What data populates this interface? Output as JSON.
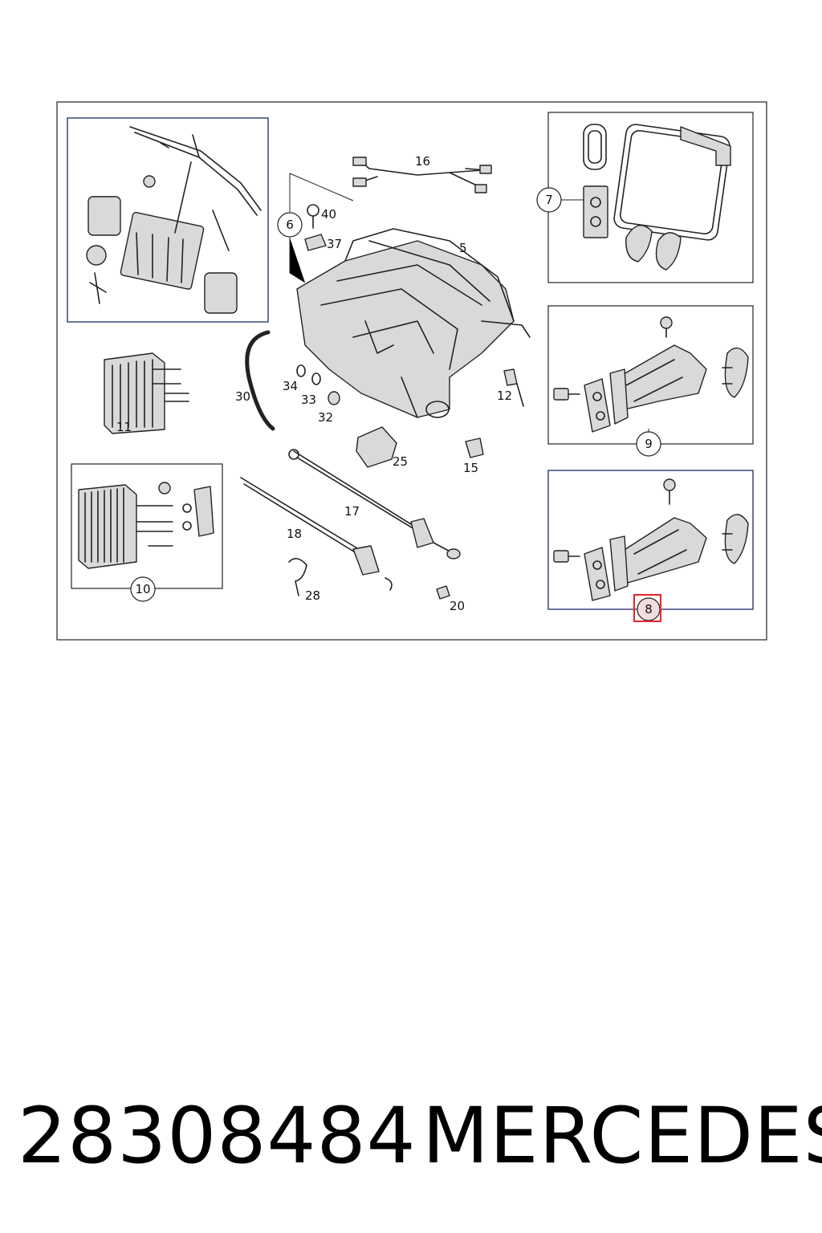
{
  "diagram": {
    "callouts": {
      "c5": "5",
      "c6": "6",
      "c7": "7",
      "c8": "8",
      "c9": "9",
      "c10": "10",
      "c11": "11",
      "c12": "12",
      "c15": "15",
      "c16": "16",
      "c17": "17",
      "c18": "18",
      "c20": "20",
      "c25": "25",
      "c28": "28",
      "c30": "30",
      "c32": "32",
      "c33": "33",
      "c34": "34",
      "c37": "37",
      "c40": "40"
    },
    "highlighted_callout": "8",
    "colors": {
      "highlight": "#e8232a",
      "box_border_blue": "#1f2a6b",
      "line": "#222222"
    }
  },
  "footer": {
    "part_number": "28308484",
    "brand": "MERCEDES"
  }
}
